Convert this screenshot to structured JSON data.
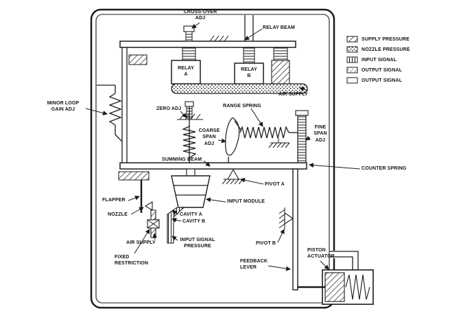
{
  "labels": {
    "cross_over_adj": "CROSS-OVER\nADJ",
    "relay_beam": "RELAY BEAM",
    "relay_a": "RELAY\nA",
    "relay_b": "RELAY\nB",
    "air_supply_top": "AIR SUPPLY",
    "minor_loop_gain_adj": "MINOR LOOP\nGAIN ADJ",
    "zero_adj": "ZERO ADJ",
    "range_spring": "RANGE SPRING",
    "coarse_span_adj": "COARSE\nSPAN\nADJ",
    "fine_span_adj": "FINE\nSPAN\nADJ",
    "summing_beam": "SUMMING BEAM",
    "counter_spring": "COUNTER SPRING",
    "pivot_a": "PIVOT A",
    "flapper": "FLAPPER",
    "input_module": "INPUT MODULE",
    "nozzle": "NOZZLE",
    "cavity_a": "CAVITY A",
    "cavity_b": "CAVITY B",
    "air_supply_bottom": "AIR SUPPLY",
    "input_signal_pressure": "INPUT SIGNAL\nPRESSURE",
    "pivot_b": "PIVOT B",
    "fixed_restriction": "FIXED\nRESTRICTION",
    "feedback_lever": "FEEDBACK\nLEVER",
    "piston_actuator": "PISTON\nACTUATOR"
  },
  "legend": {
    "items": [
      {
        "label": "SUPPLY PRESSURE",
        "pattern": "diagonal-hatch"
      },
      {
        "label": "NOZZLE PRESSURE",
        "pattern": "dots"
      },
      {
        "label": "INPUT SIGNAL",
        "pattern": "vertical-lines"
      },
      {
        "label": "OUTPUT SIGNAL",
        "pattern": "stipple"
      },
      {
        "label": "OUTPUT SIGNAL",
        "pattern": "plain"
      }
    ]
  },
  "colors": {
    "ink": "#1a1a1a",
    "background": "#ffffff"
  }
}
